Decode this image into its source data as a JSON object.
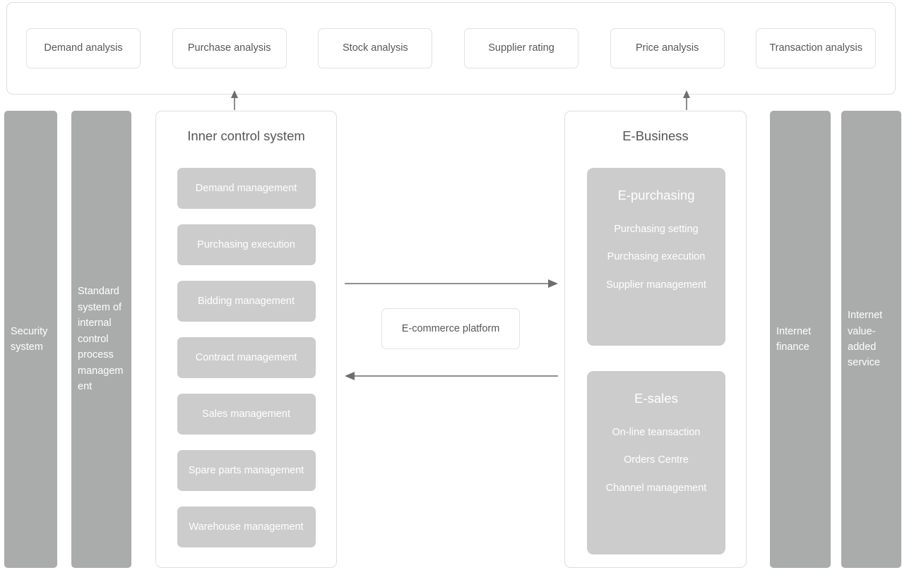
{
  "analysis_bar": {
    "chips": [
      {
        "label": "Demand analysis"
      },
      {
        "label": "Purchase analysis"
      },
      {
        "label": "Stock analysis"
      },
      {
        "label": "Supplier rating"
      },
      {
        "label": "Price analysis"
      },
      {
        "label": "Transaction analysis"
      }
    ]
  },
  "side_bands": {
    "security": "Security system",
    "standard": "Standard system of internal control process management",
    "internet_finance": "Internet finance",
    "internet_value_added": "Internet value-added service"
  },
  "inner_control_panel": {
    "title": "Inner control system",
    "modules": [
      {
        "label": "Demand management"
      },
      {
        "label": "Purchasing execution"
      },
      {
        "label": "Bidding management"
      },
      {
        "label": "Contract management"
      },
      {
        "label": "Sales management"
      },
      {
        "label": "Spare parts management"
      },
      {
        "label": "Warehouse management"
      }
    ]
  },
  "business_panel": {
    "title": "E-Business",
    "groups": [
      {
        "title": "E-purchasing",
        "items": [
          {
            "label": "Purchasing setting"
          },
          {
            "label": "Purchasing execution"
          },
          {
            "label": "Supplier management"
          }
        ]
      },
      {
        "title": "E-sales",
        "items": [
          {
            "label": "On-line teansaction"
          },
          {
            "label": "Orders Centre"
          },
          {
            "label": "Channel management"
          }
        ]
      }
    ]
  },
  "platform": {
    "label": "E-commerce platform"
  },
  "connectors": {
    "to_business": "arrow-right",
    "to_inner": "arrow-left",
    "up_inner": "arrow-up",
    "up_business": "arrow-up"
  },
  "colors": {
    "band_gray": "#aaabab",
    "chip_gray": "#cccccc",
    "panel_border": "#dedede",
    "text_dark": "#555759",
    "text_light": "#ffffff",
    "arrow": "#6e6e6e"
  }
}
